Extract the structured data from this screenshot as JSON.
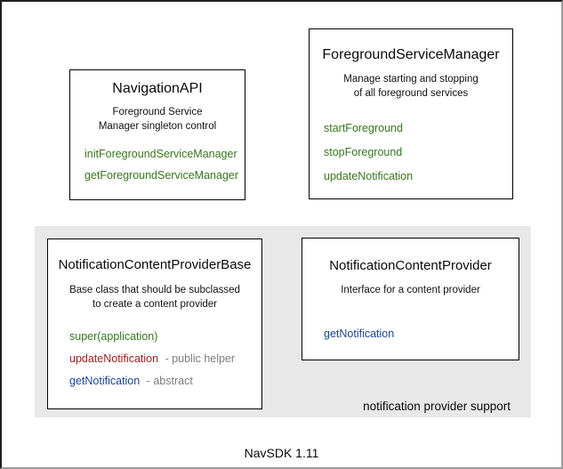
{
  "colors": {
    "method_green": "#38761d",
    "method_red": "#9d1b1b",
    "method_blue": "#1b4596",
    "annotation_gray": "#7d7d7d",
    "group_background": "#e8e8e8"
  },
  "boxes": {
    "navigation_api": {
      "title": "NavigationAPI",
      "description_lines": [
        "Foreground Service",
        "Manager singleton control"
      ],
      "methods": [
        {
          "name": "initForegroundServiceManager"
        },
        {
          "name": "getForegroundServiceManager"
        }
      ]
    },
    "foreground_service_manager": {
      "title": "ForegroundServiceManager",
      "description_lines": [
        "Manage starting and stopping",
        "of all foreground services"
      ],
      "methods": [
        {
          "name": "startForeground"
        },
        {
          "name": "stopForeground"
        },
        {
          "name": "updateNotification"
        }
      ]
    },
    "notification_content_provider_base": {
      "title": "NotificationContentProviderBase",
      "description_lines": [
        "Base class that should be subclassed",
        "to create a content provider"
      ],
      "methods": [
        {
          "name": "super(application)",
          "suffix": ""
        },
        {
          "name": "updateNotification",
          "suffix": "- public helper"
        },
        {
          "name": "getNotification",
          "suffix": "- abstract"
        }
      ]
    },
    "notification_content_provider": {
      "title": "NotificationContentProvider",
      "description_lines": [
        "Interface for a content provider"
      ],
      "methods": [
        {
          "name": "getNotification"
        }
      ]
    }
  },
  "group": {
    "label": "notification provider support"
  },
  "footer": {
    "label": "NavSDK 1.11"
  }
}
